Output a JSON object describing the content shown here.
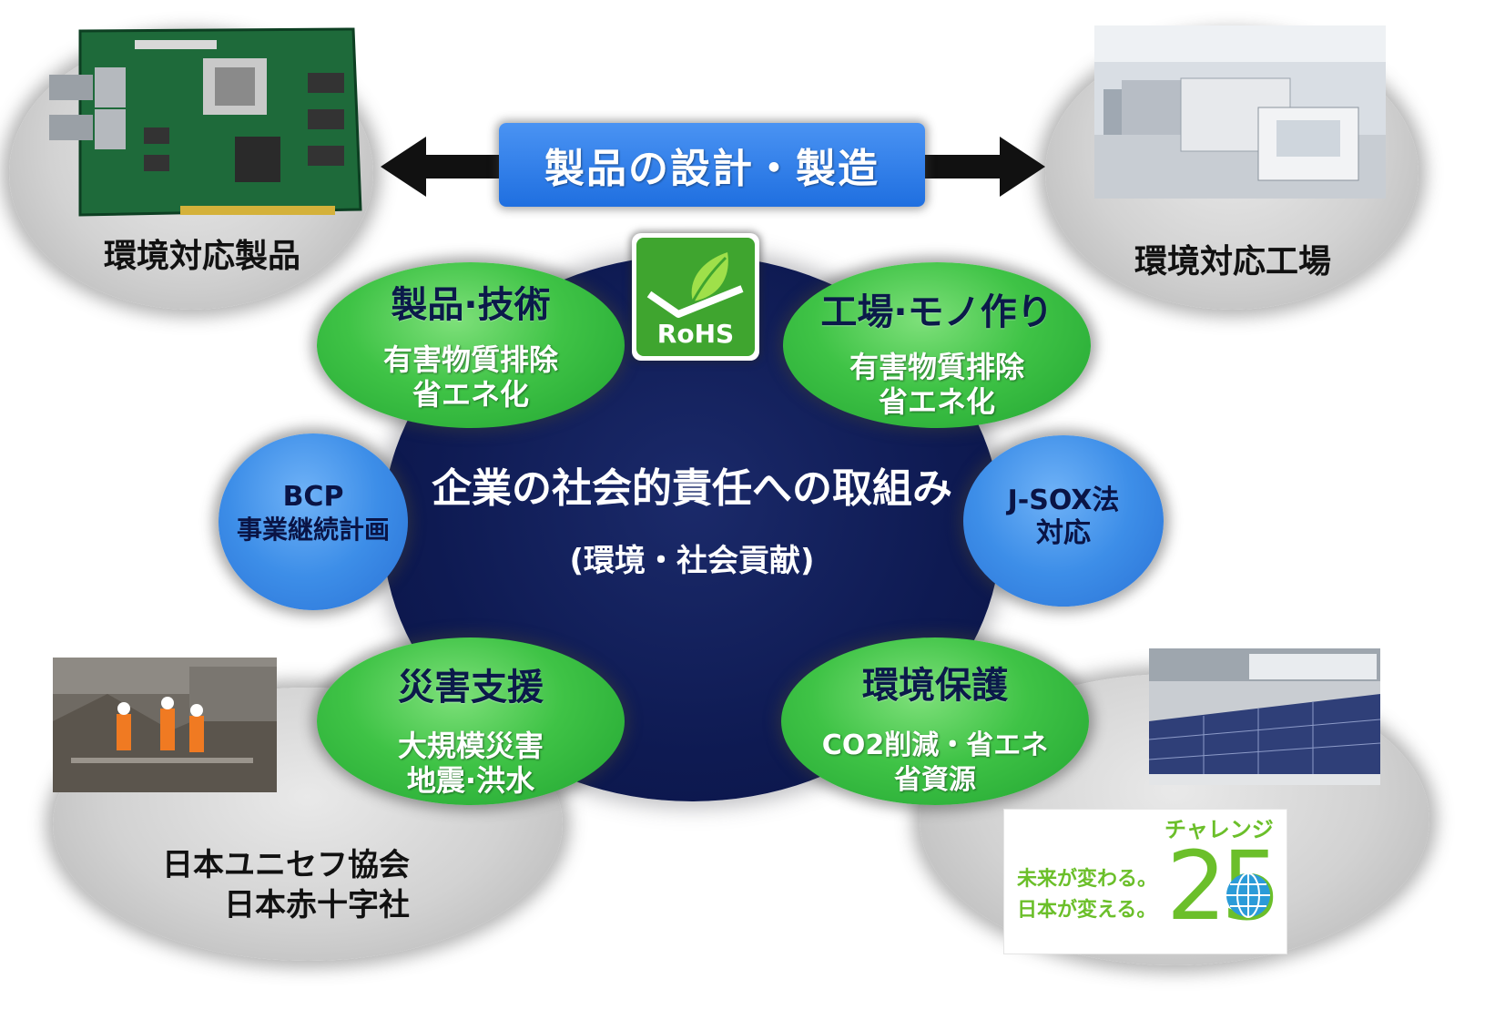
{
  "banner": {
    "title": "製品の設計・製造"
  },
  "top_left": {
    "label": "環境対応製品"
  },
  "top_right": {
    "label": "環境対応工場"
  },
  "rohs": {
    "label": "RoHS"
  },
  "center": {
    "title": "企業の社会的責任への取組み",
    "subtitle": "(環境・社会貢献)"
  },
  "green_bubbles": {
    "product_tech": {
      "title": "製品·技術",
      "line1": "有害物質排除",
      "line2": "省エネ化"
    },
    "factory": {
      "title": "工場·モノ作り",
      "line1": "有害物質排除",
      "line2": "省エネ化"
    },
    "disaster": {
      "title": "災害支援",
      "line1": "大規模災害",
      "line2": "地震·洪水"
    },
    "environment": {
      "title": "環境保護",
      "line1": "CO2削減・省エネ",
      "line2": "省資源"
    }
  },
  "blue_bubbles": {
    "bcp": {
      "line1": "BCP",
      "line2": "事業継続計画"
    },
    "jsox": {
      "line1": "J-SOX法",
      "line2": "対応"
    }
  },
  "bottom_left": {
    "line1": "日本ユニセフ協会",
    "line2": "日本赤十字社"
  },
  "challenge": {
    "title": "チャレンジ",
    "line1": "未来が変わる。",
    "line2": "日本が変える。",
    "number": "25"
  },
  "colors": {
    "navy": "#0e1a52",
    "green": "#3fc346",
    "blue": "#3d8ee8",
    "banner_blue": "#1f6fe0",
    "challenge_green": "#6bbf2a"
  }
}
